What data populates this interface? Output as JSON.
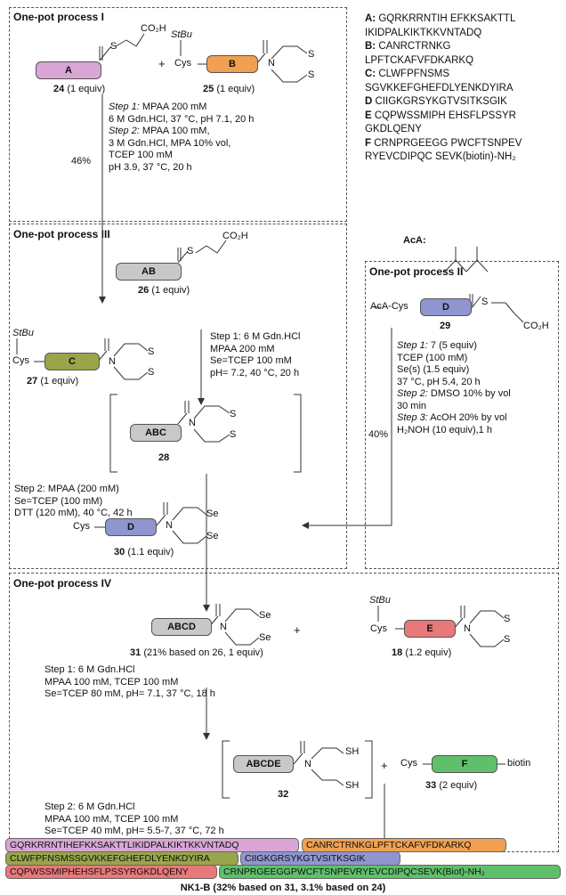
{
  "processes": {
    "p1": "One-pot process I",
    "p2": "One-pot process II",
    "p3": "One-pot process III",
    "p4": "One-pot process IV"
  },
  "legend": [
    {
      "k": "A:",
      "lines": [
        "GQRKRRNTIH EFKKSAKTTL",
        "IKIDPALKIKTKKVNTADQ"
      ]
    },
    {
      "k": "B:",
      "lines": [
        "CANRCTRNKG",
        "LPFTCKAFVFDKARKQ"
      ]
    },
    {
      "k": "C:",
      "lines": [
        "CLWFPFNSMS",
        "SGVKKEFGHEFDLYENKDYIRA"
      ]
    },
    {
      "k": "D",
      "lines": [
        "CIIGKGRSYKGTVSITKSGIK"
      ]
    },
    {
      "k": "E",
      "lines": [
        "CQPWSSMIPH EHSFLPSSYR",
        "GKDLQENY"
      ]
    },
    {
      "k": "F",
      "lines": [
        "CRNPRGEEGG PWCFTSNPEV",
        "RYEVCDIPQC SEVK(biotin)-NH₂"
      ]
    }
  ],
  "acac_label": "AcA:",
  "pills": {
    "A": "A",
    "B": "B",
    "C": "C",
    "D1": "D",
    "D2": "D",
    "E": "E",
    "F": "F",
    "AB": "AB",
    "ABC": "ABC",
    "ABCD": "ABCD",
    "ABCDE": "ABCDE"
  },
  "compounds": {
    "c24": "24",
    "c24_eq": "(1 equiv)",
    "c25": "25",
    "c25_eq": "(1 equiv)",
    "c26": "26",
    "c26_eq": "(1 equiv)",
    "c27": "27",
    "c27_eq": "(1 equiv)",
    "c28": "28",
    "c29": "29",
    "c30": "30",
    "c30_eq": "(1.1 equiv)",
    "c31": "31",
    "c31_eq": "(21% based on 26, 1 equiv)",
    "c18": "18",
    "c18_eq": "(1.2 equiv)",
    "c32": "32",
    "c33": "33",
    "c33_eq": "(2 equiv)"
  },
  "atoms": {
    "co2h": "CO₂H",
    "s": "S",
    "stbu": "StBu",
    "cys": "Cys",
    "n": "N",
    "se": "Se",
    "sh": "SH",
    "aca_cys": "AcA-Cys",
    "biotin": "biotin",
    "plus": "+"
  },
  "conditions": {
    "p1": [
      "Step 1: MPAA 200 mM",
      "6 M Gdn.HCl, 37 °C, pH 7.1, 20 h",
      "Step 2: MPAA 100 mM,",
      "3 M Gdn.HCl, MPA 10% vol,",
      "TCEP 100 mM",
      "pH 3.9, 37 °C, 20 h"
    ],
    "p1_yield": "46%",
    "p3_step1": [
      "Step 1: 6 M Gdn.HCl",
      "MPAA 200 mM",
      "Se=TCEP 100 mM",
      "pH= 7.2, 40 °C, 20 h"
    ],
    "p3_step2": [
      "Step 2: MPAA (200 mM)",
      "Se=TCEP (100 mM)",
      "DTT (120 mM), 40 °C, 42 h"
    ],
    "p2": [
      "Step 1: 7 (5 equiv)",
      "TCEP (100 mM)",
      "Se(s) (1.5 equiv)",
      "37 °C, pH 5.4, 20 h",
      "Step 2: DMSO 10% by vol",
      "30 min",
      "Step 3: AcOH 20% by vol",
      "H₂NOH (10 equiv),1 h"
    ],
    "p2_yield": "40%",
    "p4_step1": [
      "Step 1: 6 M Gdn.HCl",
      "MPAA 100 mM, TCEP 100 mM",
      "Se=TCEP 80 mM, pH= 7.1, 37 °C, 18 h"
    ],
    "p4_step2": [
      "Step 2: 6 M Gdn.HCl",
      "MPAA 100 mM, TCEP 100 mM",
      "Se=TCEP 40 mM, pH= 5.5-7, 37 °C, 72 h"
    ]
  },
  "final_seq": {
    "A": "GQRKRRNTIHEFKKSAKTTLIKIDPALKIKTKKVNTADQ",
    "B": "CANRCTRNKGLPFTCKAFVFDKARKQ",
    "C": "CLWFPFNSMSSGVKKEFGHEFDLYENKDYIRA",
    "D": "CIIGKGRSYKGTVSITKSGIK",
    "E": "CQPWSSMIPHEHSFLPSSYRGKDLQENY",
    "F": "CRNPRGEEGGPWCFTSNPEVRYEVCDIPQCSEVK(Biot)-NH₂"
  },
  "product": "NK1-B (32% based on 31, 3.1% based on 24)",
  "colors": {
    "A": "#d9a6d6",
    "B": "#f0a050",
    "C": "#9aa44a",
    "D": "#8f95cf",
    "E": "#e8787a",
    "F": "#5fbf6a",
    "grey": "#c8c8c8"
  }
}
